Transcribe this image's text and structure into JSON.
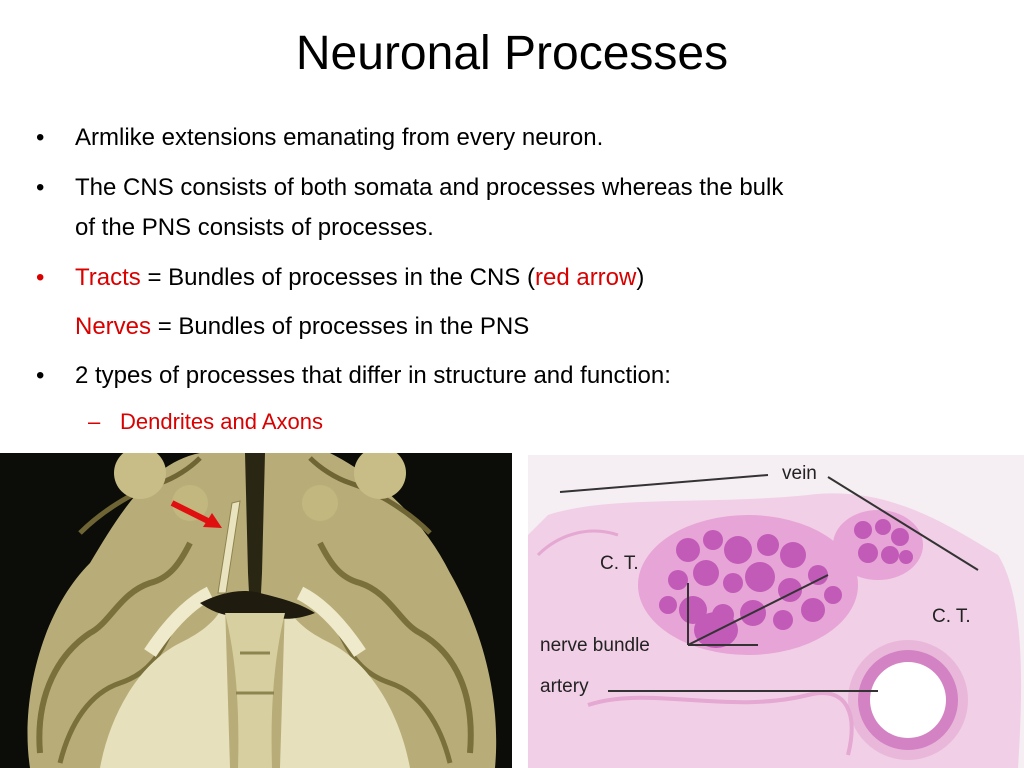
{
  "slide": {
    "title": "Neuronal Processes",
    "bullet1": "Armlike extensions emanating from every neuron.",
    "bullet2_line1": "The CNS consists of both somata and processes whereas the bulk",
    "bullet2_line2": "of the PNS consists of processes.",
    "bullet3_term": "Tracts",
    "bullet3_text": " = Bundles of processes in the CNS (",
    "bullet3_hint": "red arrow",
    "bullet3_close": ")",
    "nerves_term": "Nerves",
    "nerves_text": " = Bundles of processes in the PNS",
    "bullet4": "2 types of processes that differ in structure and function:",
    "sub_bullet": "Dendrites and Axons",
    "bullet_symbol": "•",
    "dash_symbol": "–"
  },
  "histology_labels": {
    "vein": "vein",
    "ct_left": "C. T.",
    "ct_right": "C. T.",
    "nerve_bundle": "nerve bundle",
    "artery": "artery"
  },
  "colors": {
    "accent_red": "#d90000",
    "tissue_pink": "#e7a4d6",
    "fascicle_purple": "#c25ab8",
    "brain_white_matter": "#e6e0bd",
    "brain_grey_matter": "#b8ad78"
  }
}
